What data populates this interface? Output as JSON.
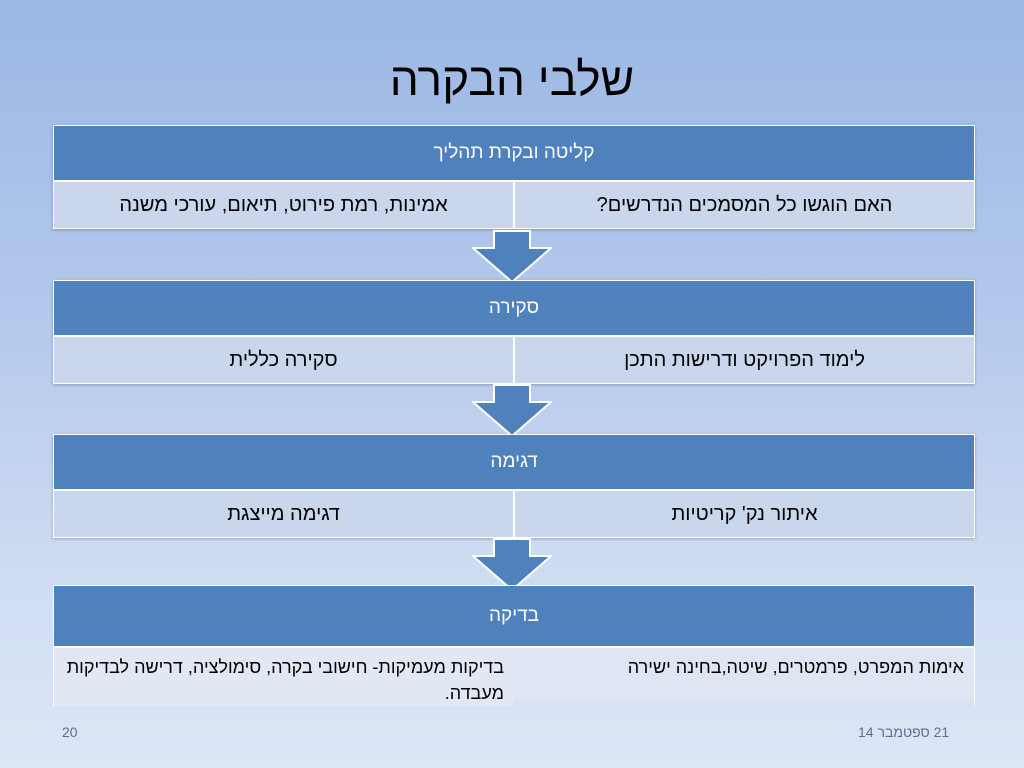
{
  "slide": {
    "title": "שלבי הבקרה",
    "page_number": "20",
    "date": "21 ספטמבר 14"
  },
  "stages": [
    {
      "header": "קליטה ובקרת תהליך",
      "right_cell": "האם הוגשו כל המסמכים הנדרשים?",
      "left_cell": "אמינות, רמת פירוט, תיאום, עורכי משנה"
    },
    {
      "header": "סקירה",
      "right_cell": "לימוד הפרויקט ודרישות התכן",
      "left_cell": "סקירה כללית"
    },
    {
      "header": "דגימה",
      "right_cell": "איתור נק' קריטיות",
      "left_cell": "דגימה מייצגת"
    },
    {
      "header": "בדיקה",
      "right_cell": "אימות המפרט, פרמטרים, שיטה,בחינה ישירה",
      "left_cell": "בדיקות מעמיקות- חישובי בקרה, סימולציה, דרישה לבדיקות מעבדה."
    }
  ],
  "colors": {
    "header_fill": "#4f81bd",
    "cell_fill": "#c9d6ec",
    "arrow_fill": "#4f81bd"
  },
  "icons": [
    "down-arrow-icon",
    "down-arrow-icon",
    "down-arrow-icon"
  ]
}
